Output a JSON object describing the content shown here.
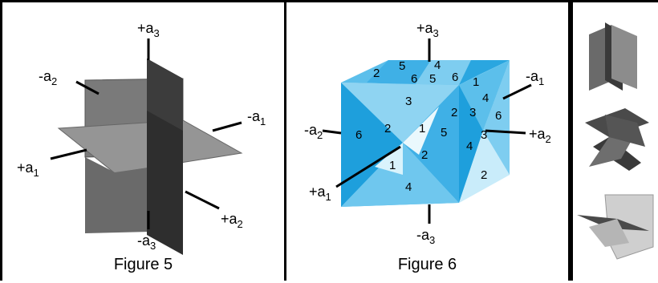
{
  "colors": {
    "border": "#000000",
    "plane_dark": "#3a3a3a",
    "plane_mid": "#6e6e6e",
    "plane_light": "#8c8c8c",
    "cube_dark": "#1e9fdc",
    "cube_mid": "#5cbfeb",
    "cube_light": "#a8e0f6",
    "cube_pale": "#d9f3fc"
  },
  "figure5": {
    "caption": "Figure 5",
    "axes": {
      "pos_a3": "+a3",
      "neg_a3": "-a3",
      "pos_a1": "+a1",
      "neg_a1": "-a1",
      "pos_a2": "+a2",
      "neg_a2": "-a2"
    }
  },
  "figure6": {
    "caption": "Figure 6",
    "axes": {
      "pos_a3": "+a3",
      "neg_a3": "-a3",
      "pos_a1": "+a1",
      "neg_a1": "-a1",
      "pos_a2": "+a2",
      "neg_a2": "-a2"
    },
    "regions": [
      "2",
      "5",
      "4",
      "6",
      "5",
      "6",
      "1",
      "3",
      "4",
      "6",
      "2",
      "1",
      "5",
      "6",
      "3",
      "2",
      "3",
      "4",
      "1",
      "2",
      "4",
      "2"
    ]
  },
  "figure7": {
    "icons": [
      "vertical-planes-icon",
      "crossed-planes-icon",
      "horizontal-planes-icon"
    ]
  }
}
